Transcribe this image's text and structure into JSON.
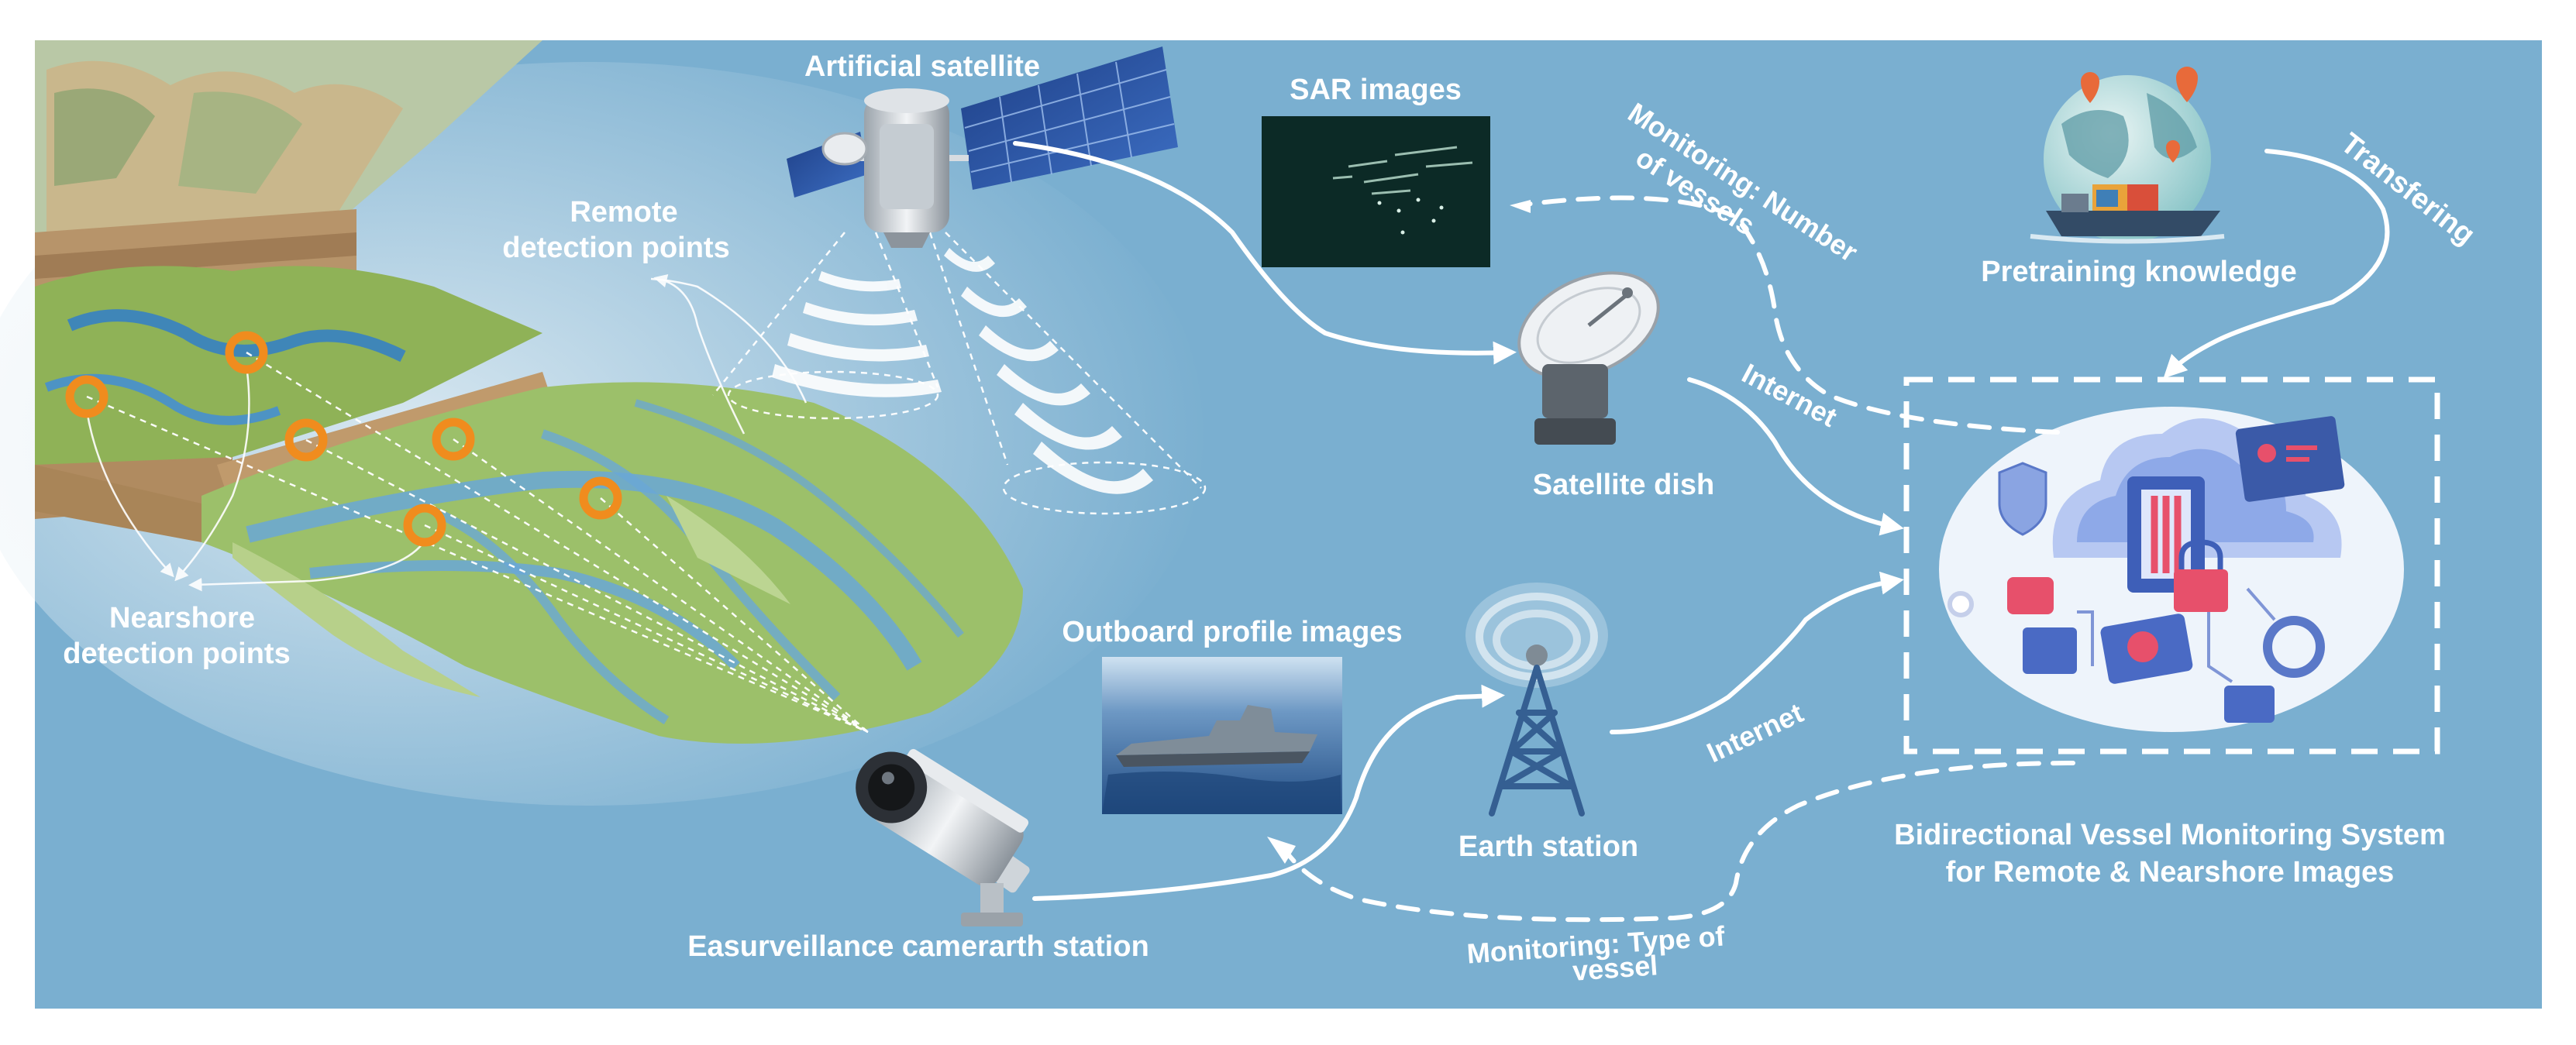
{
  "labels": {
    "artificial_satellite": "Artificial satellite",
    "sar_images": "SAR images",
    "remote_line1": "Remote",
    "remote_line2": "detection points",
    "nearshore_line1": "Nearshore",
    "nearshore_line2": "detection points",
    "satellite_dish": "Satellite dish",
    "earth_station": "Earth station",
    "outboard_profile_images": "Outboard profile images",
    "camera": "Easurveillance camerarth station",
    "pretraining_knowledge": "Pretraining knowledge",
    "transfering": "Transfering",
    "internet_upper": "Internet",
    "internet_lower": "Internet",
    "monitoring_number_line1": "Monitoring: Number",
    "monitoring_number_line2": "of vessels",
    "monitoring_type_line1": "Monitoring: Type of",
    "monitoring_type_line2": "vessel",
    "system_line1": "Bidirectional Vessel Monitoring System",
    "system_line2": "for Remote & Nearshore Images"
  },
  "colors": {
    "background": "#7aafd0",
    "label_text": "#ffffff",
    "detection_ring": "#f08c1e",
    "sar_image": "#0c2a26",
    "sea_photo": "#2f5f95"
  },
  "icons": [
    "satellite-icon",
    "satellite-dish-icon",
    "radio-tower-icon",
    "surveillance-camera-icon",
    "globe-ship-icon",
    "cloud-security-icon"
  ]
}
